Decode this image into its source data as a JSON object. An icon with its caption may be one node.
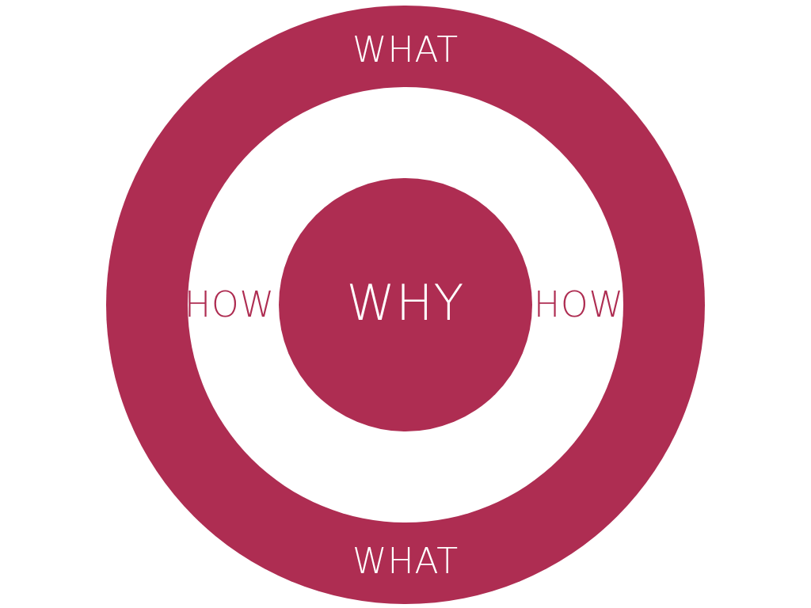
{
  "diagram": {
    "nodes": [
      {
        "text": [
          "WHAT",
          "WHAT"
        ]
      },
      {
        "text": [
          "HOW",
          "HOW"
        ],
        "in": 0
      },
      {
        "text": [
          "WHY"
        ],
        "in": 1
      }
    ]
  }
}
